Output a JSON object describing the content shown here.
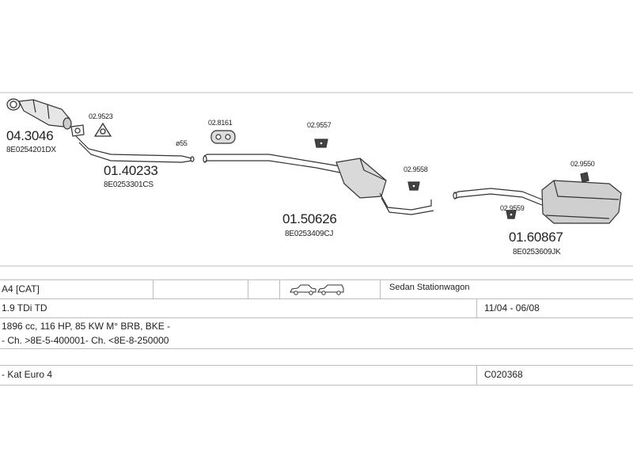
{
  "parts": [
    {
      "number": "04.3046",
      "oem": "8E0254201DX"
    },
    {
      "number": "01.40233",
      "oem": "8E0253301CS"
    },
    {
      "number": "01.50626",
      "oem": "8E0253409CJ"
    },
    {
      "number": "01.60867",
      "oem": "8E0253609JK"
    }
  ],
  "fittings": [
    "02.9523",
    "02.8161",
    "02.9557",
    "02.9558",
    "02.9550",
    "02.9559"
  ],
  "pipe_diameter": "ø55",
  "table": {
    "model": "A4  [CAT]",
    "body_types": "Sedan  Stationwagon",
    "engine": "1.9 TDi TD",
    "period": "11/04 - 06/08",
    "engine_details": "1896 cc, 116 HP, 85 KW M° BRB, BKE -",
    "chassis": "- Ch. >8E-5-400001- Ch. <8E-8-250000",
    "note": "- Kat Euro 4",
    "catalog_code": "C020368"
  },
  "icons": [
    "sedan-car-icon",
    "stationwagon-car-icon"
  ]
}
